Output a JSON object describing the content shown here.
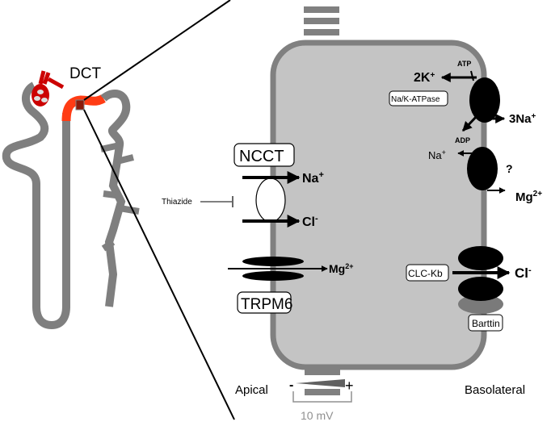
{
  "figure": {
    "segment_label": "DCT",
    "colors": {
      "tubule": "#7f7f7f",
      "dct_segment": "#ff3c14",
      "glomerulus": "#cc0000",
      "zoom_box": "#8b1a0a",
      "cell_fill": "#c4c4c4",
      "membrane": "#808080",
      "transporter": "#000000",
      "ncct": "#ffffff",
      "barttin": "#7a7a7a",
      "voltage": "#909090"
    }
  },
  "apical": {
    "side_label": "Apical",
    "ncct": {
      "label": "NCCT",
      "ions": {
        "na": "Na",
        "na_sup": "+",
        "cl": "Cl",
        "cl_sup": "-"
      },
      "inhibitor": "Thiazide"
    },
    "trpm6": {
      "label": "TRPM6",
      "ion": "Mg",
      "ion_sup": "2+"
    }
  },
  "basolateral": {
    "side_label": "Basolateral",
    "nak_atpase": {
      "label": "Na/K-ATPase",
      "k_ion": "2K",
      "k_sup": "+",
      "na_ion": "3Na",
      "na_sup": "+",
      "atp": "ATP",
      "adp": "ADP"
    },
    "mg_exchanger": {
      "na_ion": "Na",
      "na_sup": "+",
      "mg_ion": "Mg",
      "mg_sup": "2+",
      "unknown": "?"
    },
    "clc_kb": {
      "label": "CLC-Kb",
      "ion": "Cl",
      "ion_sup": "-",
      "subunit": "Barttin"
    }
  },
  "voltage": {
    "minus": "-",
    "plus": "+",
    "value": "10 mV"
  }
}
